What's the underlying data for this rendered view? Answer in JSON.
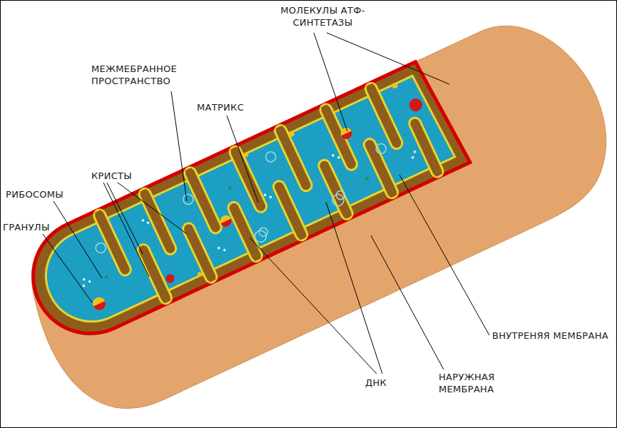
{
  "diagram": {
    "labels": [
      "МОЛЕКУЛЫ АТФ-СИНТЕТАЗЫ",
      "МЕЖМЕБРАННОЕ ПРОСТРАНСТВО",
      "МАТРИКС",
      "КРИСТЫ",
      "РИБОСОМЫ",
      "ГРАНУЛЫ",
      "ВНУТРЕНЯЯ МЕМБРАНА",
      "НАРУЖНАЯ МЕМБРАНА",
      "ДНК"
    ]
  }
}
